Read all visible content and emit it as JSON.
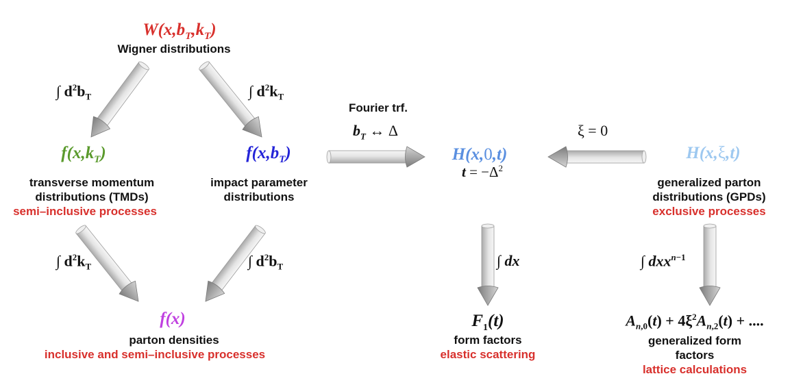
{
  "colors": {
    "wigner": "#d8302c",
    "tmd": "#5a9a2c",
    "ipd": "#2424d8",
    "h0": "#5a8fe0",
    "gpd": "#9dc8f0",
    "density": "#c040e0",
    "process": "#d8302c",
    "text": "#111111"
  },
  "nodes": {
    "wigner": {
      "formula": "W(x,b_T,k_T)",
      "desc": "Wigner distributions"
    },
    "tmd": {
      "formula": "f(x,k_T)",
      "desc1": "transverse momentum",
      "desc2": "distributions (TMDs)",
      "process": "semi–inclusive processes"
    },
    "ipd": {
      "formula": "f(x,b_T)",
      "desc1": "impact parameter",
      "desc2": "distributions"
    },
    "h0": {
      "formula": "H(x,0,t)",
      "sub": "t = −Δ²"
    },
    "gpd": {
      "formula": "H(x,ξ,t)",
      "desc1": "generalized parton",
      "desc2": "distributions (GPDs)",
      "process": "exclusive processes"
    },
    "density": {
      "formula": "f(x)",
      "desc": "parton densities",
      "process": "inclusive and semi–inclusive processes"
    },
    "ff": {
      "formula": "F₁(t)",
      "desc": "form factors",
      "process": "elastic scattering"
    },
    "gff": {
      "formula": "A_{n,0}(t) + 4ξ² A_{n,2}(t) + ....",
      "desc1": "generalized form",
      "desc2": "factors",
      "process": "lattice calculations"
    }
  },
  "transforms": {
    "int_d2bT_top": "∫ d²b_T",
    "int_d2kT_top": "∫ d²k_T",
    "int_d2kT_bottom": "∫ d²k_T",
    "int_d2bT_bottom": "∫ d²b_T",
    "fourier_title": "Fourier trf.",
    "fourier_relation": "b_T ↔ Δ",
    "xi_zero": "ξ = 0",
    "int_dx": "∫ dx",
    "int_dxx": "∫ dx xⁿ⁻¹"
  }
}
